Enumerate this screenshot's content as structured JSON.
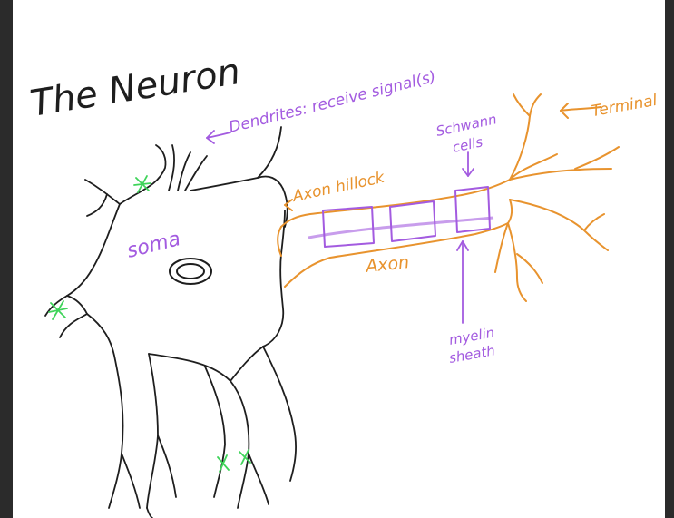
{
  "title": "The Neuron",
  "labels": {
    "dendrites": "Dendrites: receive signal(s)",
    "terminal": "Terminal",
    "schwann_line1": "Schwann",
    "schwann_line2": "cells",
    "axon_hillock": "Axon hillock",
    "soma": "soma",
    "axon": "Axon",
    "myelin_line1": "myelin",
    "myelin_line2": "sheath"
  },
  "colors": {
    "background": "#2b2b2b",
    "paper": "#ffffff",
    "ink_black": "#1e1e1e",
    "ink_purple": "#a35be0",
    "ink_orange": "#e8932e",
    "ink_green": "#3fd45a"
  }
}
